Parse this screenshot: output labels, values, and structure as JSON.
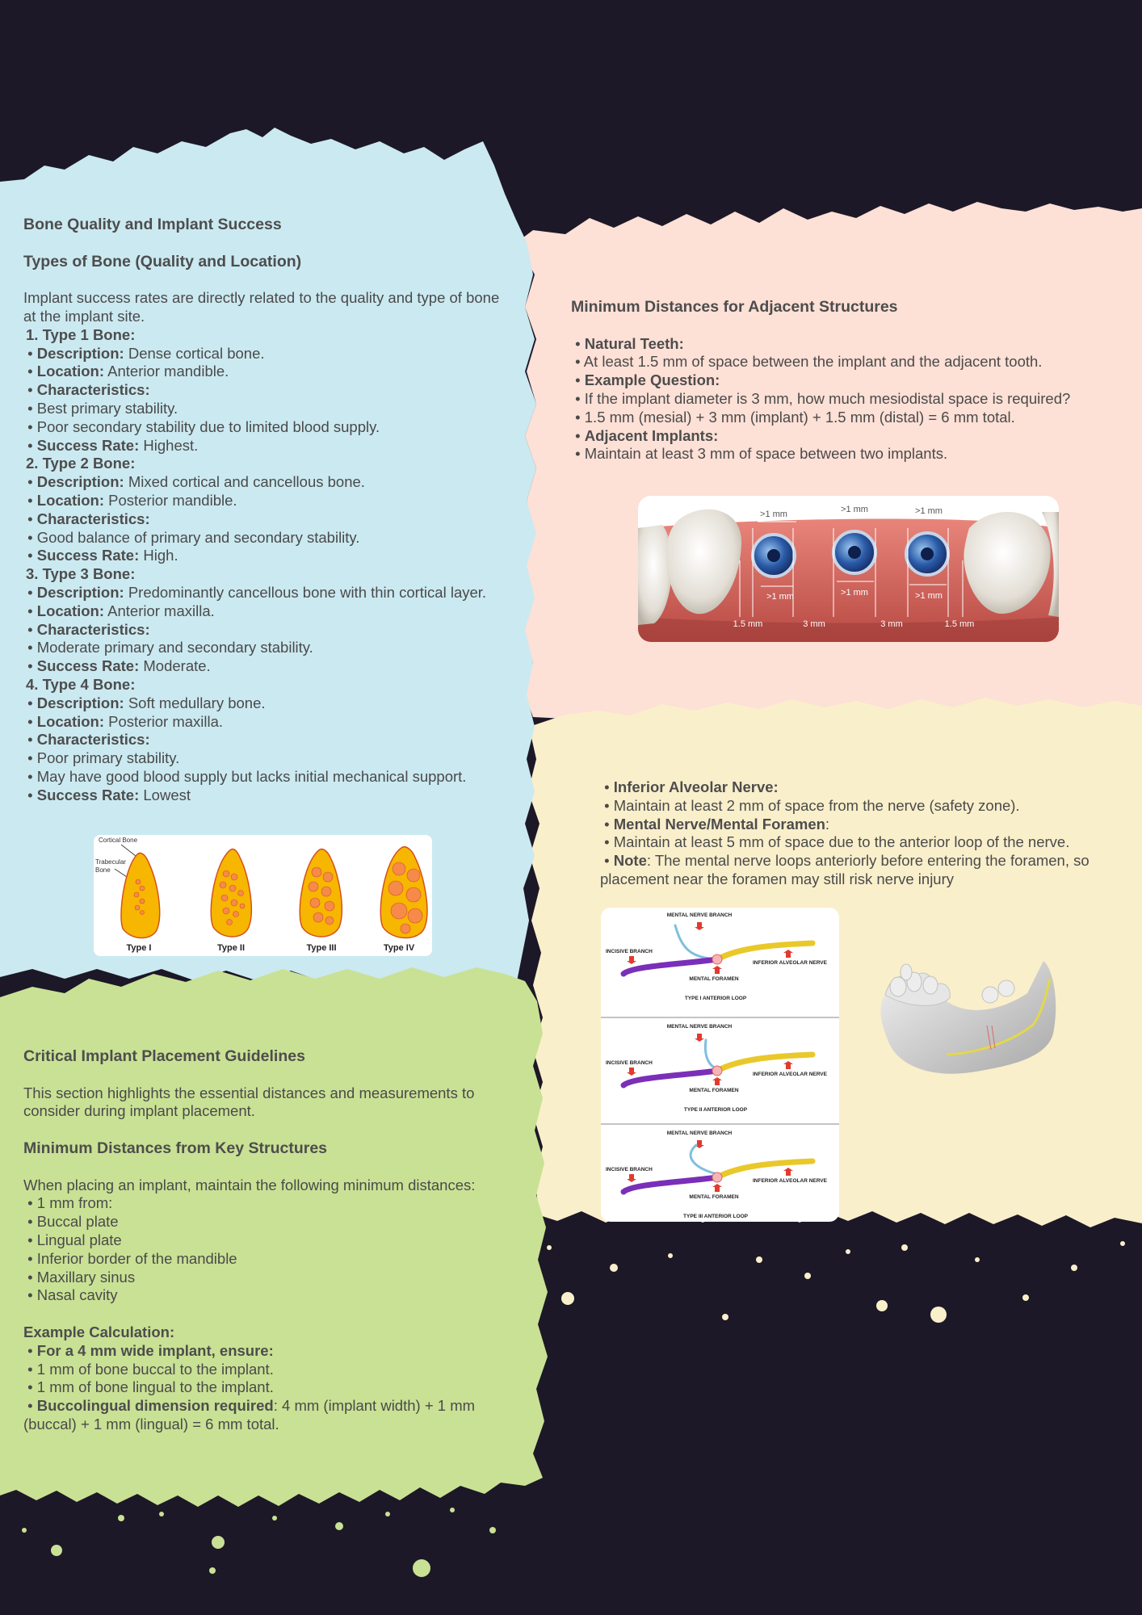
{
  "colors": {
    "background": "#1c1827",
    "blue_panel": "#cbe9f1",
    "peach_panel": "#fde0d6",
    "cream_panel": "#faefcb",
    "green_panel": "#c9e194",
    "text": "#4a4a4a"
  },
  "bone": {
    "title": "Bone Quality and Implant Success",
    "subtitle": "Types of Bone (Quality and Location)",
    "intro": "Implant success rates are directly related to the quality and type of bone at the implant site.",
    "types": [
      {
        "heading": "1. Type 1 Bone:",
        "description_label": "Description:",
        "description": "Dense cortical bone.",
        "location_label": "Location:",
        "location": "Anterior mandible.",
        "characteristics_label": "Characteristics:",
        "characteristics": [
          "Best primary stability.",
          "Poor secondary stability due to limited blood supply."
        ],
        "success_label": "Success Rate:",
        "success": "Highest."
      },
      {
        "heading": "2. Type 2 Bone:",
        "description_label": "Description:",
        "description": "Mixed cortical and cancellous bone.",
        "location_label": "Location:",
        "location": "Posterior mandible.",
        "characteristics_label": "Characteristics:",
        "characteristics": [
          "Good balance of primary and secondary stability."
        ],
        "success_label": "Success Rate:",
        "success": "High."
      },
      {
        "heading": "3. Type 3 Bone:",
        "description_label": "Description:",
        "description": "Predominantly cancellous bone with thin cortical layer.",
        "location_label": "Location:",
        "location": "Anterior maxilla.",
        "characteristics_label": "Characteristics:",
        "characteristics": [
          "Moderate primary and secondary stability."
        ],
        "success_label": "Success Rate:",
        "success": "Moderate."
      },
      {
        "heading": "4. Type 4 Bone:",
        "description_label": "Description:",
        "description": "Soft medullary bone.",
        "location_label": "Location:",
        "location": "Posterior maxilla.",
        "characteristics_label": "Characteristics:",
        "characteristics": [
          "Poor primary stability.",
          "May have good blood supply but lacks initial mechanical support."
        ],
        "success_label": "Success Rate:",
        "success": "Lowest"
      }
    ],
    "figure": {
      "cortical_label": "Cortical Bone",
      "trabecular_label": "Trabecular Bone",
      "type_labels": [
        "Type I",
        "Type II",
        "Type III",
        "Type IV"
      ]
    }
  },
  "adjacent": {
    "title": "Minimum Distances for Adjacent Structures",
    "natural_teeth_label": "Natural Teeth:",
    "natural_teeth": "At least 1.5 mm of space between the implant and the adjacent tooth.",
    "example_label": "Example Question:",
    "example_question": "If the implant diameter is 3 mm, how much mesiodistal space is required?",
    "example_answer": "1.5 mm (mesial) + 3 mm (implant) + 1.5 mm (distal) = 6 mm total.",
    "implants_label": "Adjacent Implants:",
    "implants": "Maintain at least 3 mm of space between two implants.",
    "figure": {
      "top_labels": [
        ">1 mm",
        ">1 mm",
        ">1 mm"
      ],
      "lower_labels": [
        ">1 mm",
        ">1 mm",
        ">1 mm"
      ],
      "bottom_labels": [
        "1.5 mm",
        "3 mm",
        "3 mm",
        "1.5 mm"
      ]
    }
  },
  "nerves": {
    "ian_label": "Inferior Alveolar Nerve:",
    "ian": "Maintain at least 2 mm of space from the nerve (safety zone).",
    "mental_label": "Mental Nerve/Mental Foramen",
    "mental": "Maintain at least 5 mm of space due to the anterior loop of the nerve.",
    "note_label": "Note",
    "note": ": The mental nerve loops anteriorly before entering the foramen, so placement near the foramen may still risk nerve injury",
    "figure": {
      "mental_branch": "MENTAL NERVE BRANCH",
      "incisive_branch": "INCISIVE BRANCH",
      "inferior_alveolar": "INFERIOR ALVEOLAR NERVE",
      "mental_foramen": "MENTAL FORAMEN",
      "loops": [
        "TYPE I ANTERIOR LOOP",
        "TYPE II ANTERIOR LOOP",
        "TYPE III ANTERIOR LOOP"
      ]
    }
  },
  "placement": {
    "title": "Critical Implant Placement Guidelines",
    "intro": "This section highlights the essential distances and measurements to consider during implant placement.",
    "subtitle": "Minimum Distances from Key Structures",
    "lead": "When placing an implant, maintain the following minimum distances:",
    "items": [
      "1 mm from:",
      "Buccal plate",
      "Lingual plate",
      "Inferior border of the mandible",
      "Maxillary sinus",
      "Nasal cavity"
    ],
    "example_title": "Example Calculation:",
    "example_label": "For a 4 mm wide implant, ensure:",
    "example_items": [
      "1 mm of bone buccal to the implant.",
      "1 mm of bone lingual to the implant."
    ],
    "buccolingual_label": "Buccolingual dimension required",
    "buccolingual": ": 4 mm (implant width) + 1 mm (buccal) + 1 mm (lingual) = 6 mm total."
  }
}
